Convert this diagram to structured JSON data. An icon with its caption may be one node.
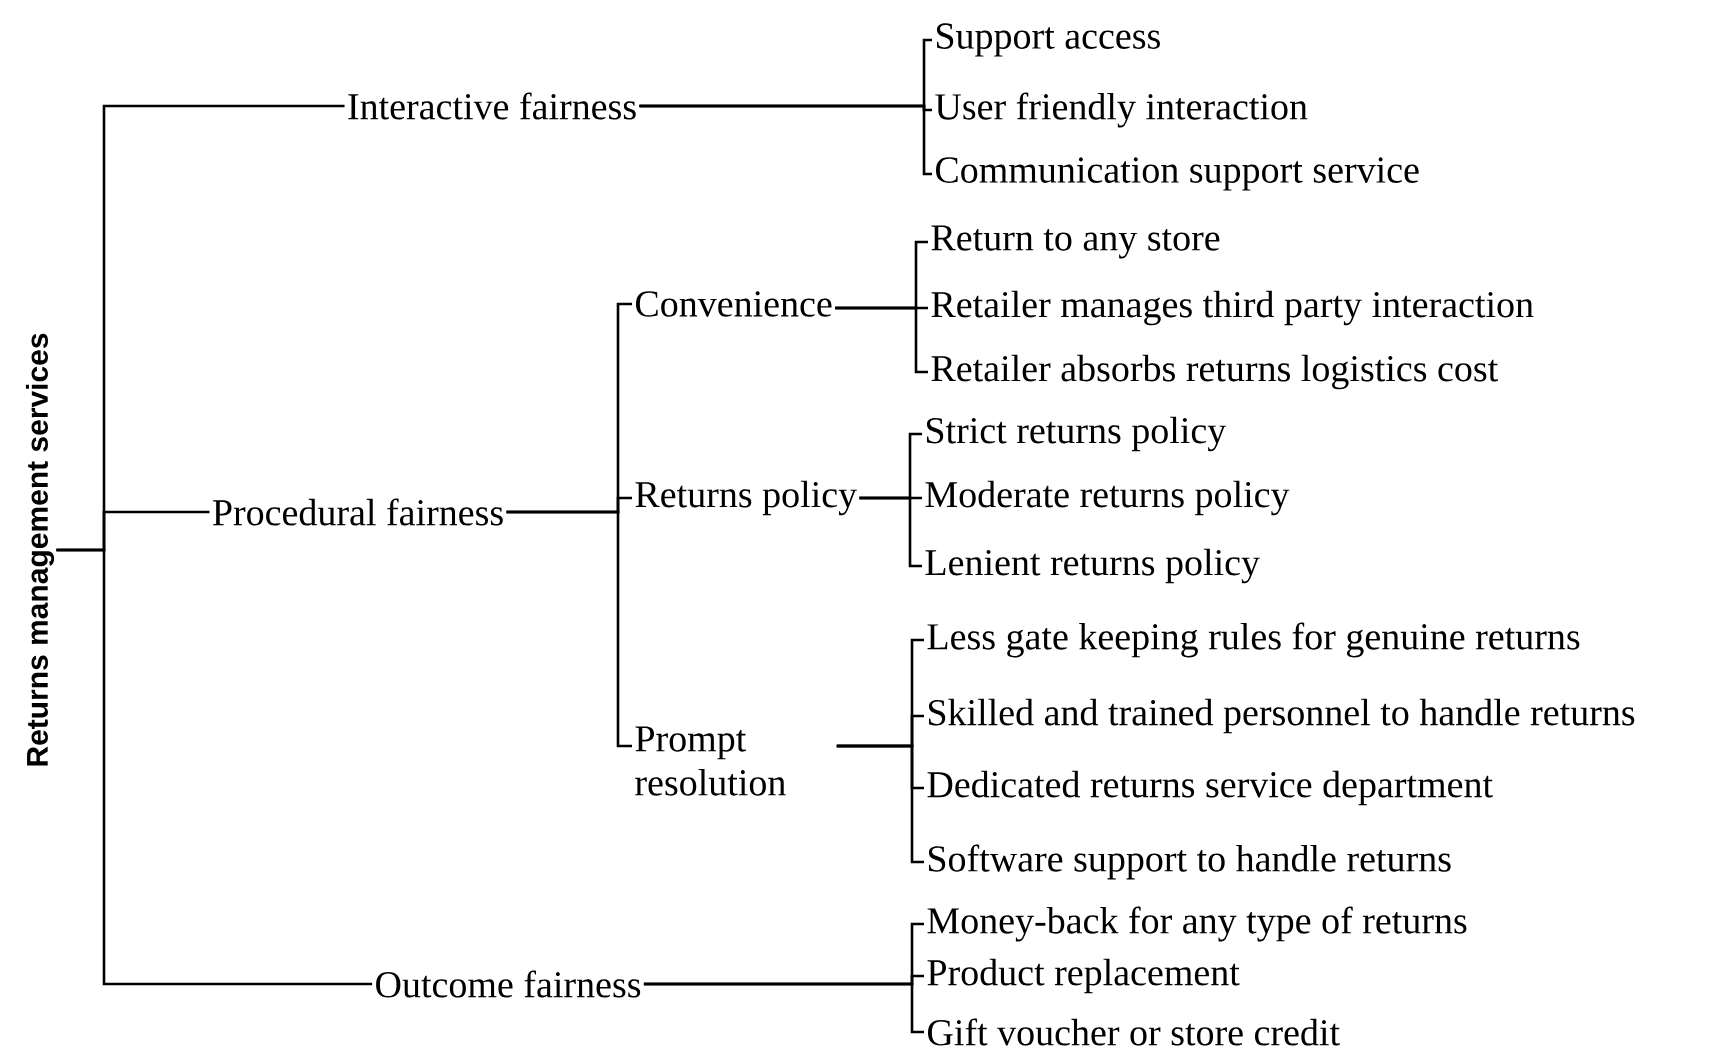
{
  "diagram": {
    "nodes": [
      {
        "text": [
          "Returns management services"
        ]
      },
      {
        "text": [
          "Interactive fairness"
        ]
      },
      {
        "text": [
          "Support access"
        ]
      },
      {
        "text": [
          "User friendly interaction"
        ]
      },
      {
        "text": [
          "Communication support service"
        ]
      },
      {
        "text": [
          "Procedural fairness"
        ]
      },
      {
        "text": [
          "Convenience"
        ]
      },
      {
        "text": [
          "Return to any store"
        ]
      },
      {
        "text": [
          "Retailer manages third party interaction"
        ]
      },
      {
        "text": [
          "Retailer absorbs returns logistics cost"
        ]
      },
      {
        "text": [
          "Returns policy"
        ]
      },
      {
        "text": [
          "Strict returns policy"
        ]
      },
      {
        "text": [
          "Moderate returns policy"
        ]
      },
      {
        "text": [
          "Lenient returns policy"
        ]
      },
      {
        "text": [
          "Prompt resolution"
        ]
      },
      {
        "text": [
          "Less gate keeping rules for genuine returns"
        ]
      },
      {
        "text": [
          "Skilled and trained personnel to handle returns"
        ]
      },
      {
        "text": [
          "Dedicated returns service department"
        ]
      },
      {
        "text": [
          "Software support to handle returns"
        ]
      },
      {
        "text": [
          "Outcome fairness"
        ]
      },
      {
        "text": [
          "Money-back for any type of returns"
        ]
      },
      {
        "text": [
          "Product replacement"
        ]
      },
      {
        "text": [
          "Gift voucher or store credit"
        ]
      }
    ],
    "edges": [
      {
        "from": 0,
        "to": 1,
        "arrow": "none"
      },
      {
        "from": 0,
        "to": 5,
        "arrow": "none"
      },
      {
        "from": 0,
        "to": 19,
        "arrow": "none"
      },
      {
        "from": 1,
        "to": 2,
        "arrow": "none"
      },
      {
        "from": 1,
        "to": 3,
        "arrow": "none"
      },
      {
        "from": 1,
        "to": 4,
        "arrow": "none"
      },
      {
        "from": 5,
        "to": 6,
        "arrow": "none"
      },
      {
        "from": 5,
        "to": 10,
        "arrow": "none"
      },
      {
        "from": 5,
        "to": 14,
        "arrow": "none"
      },
      {
        "from": 6,
        "to": 7,
        "arrow": "none"
      },
      {
        "from": 6,
        "to": 8,
        "arrow": "none"
      },
      {
        "from": 6,
        "to": 9,
        "arrow": "none"
      },
      {
        "from": 10,
        "to": 11,
        "arrow": "none"
      },
      {
        "from": 10,
        "to": 12,
        "arrow": "none"
      },
      {
        "from": 10,
        "to": 13,
        "arrow": "none"
      },
      {
        "from": 14,
        "to": 15,
        "arrow": "none"
      },
      {
        "from": 14,
        "to": 16,
        "arrow": "none"
      },
      {
        "from": 14,
        "to": 17,
        "arrow": "none"
      },
      {
        "from": 14,
        "to": 18,
        "arrow": "none"
      },
      {
        "from": 19,
        "to": 20,
        "arrow": "none"
      },
      {
        "from": 19,
        "to": 21,
        "arrow": "none"
      },
      {
        "from": 19,
        "to": 22,
        "arrow": "none"
      }
    ]
  }
}
